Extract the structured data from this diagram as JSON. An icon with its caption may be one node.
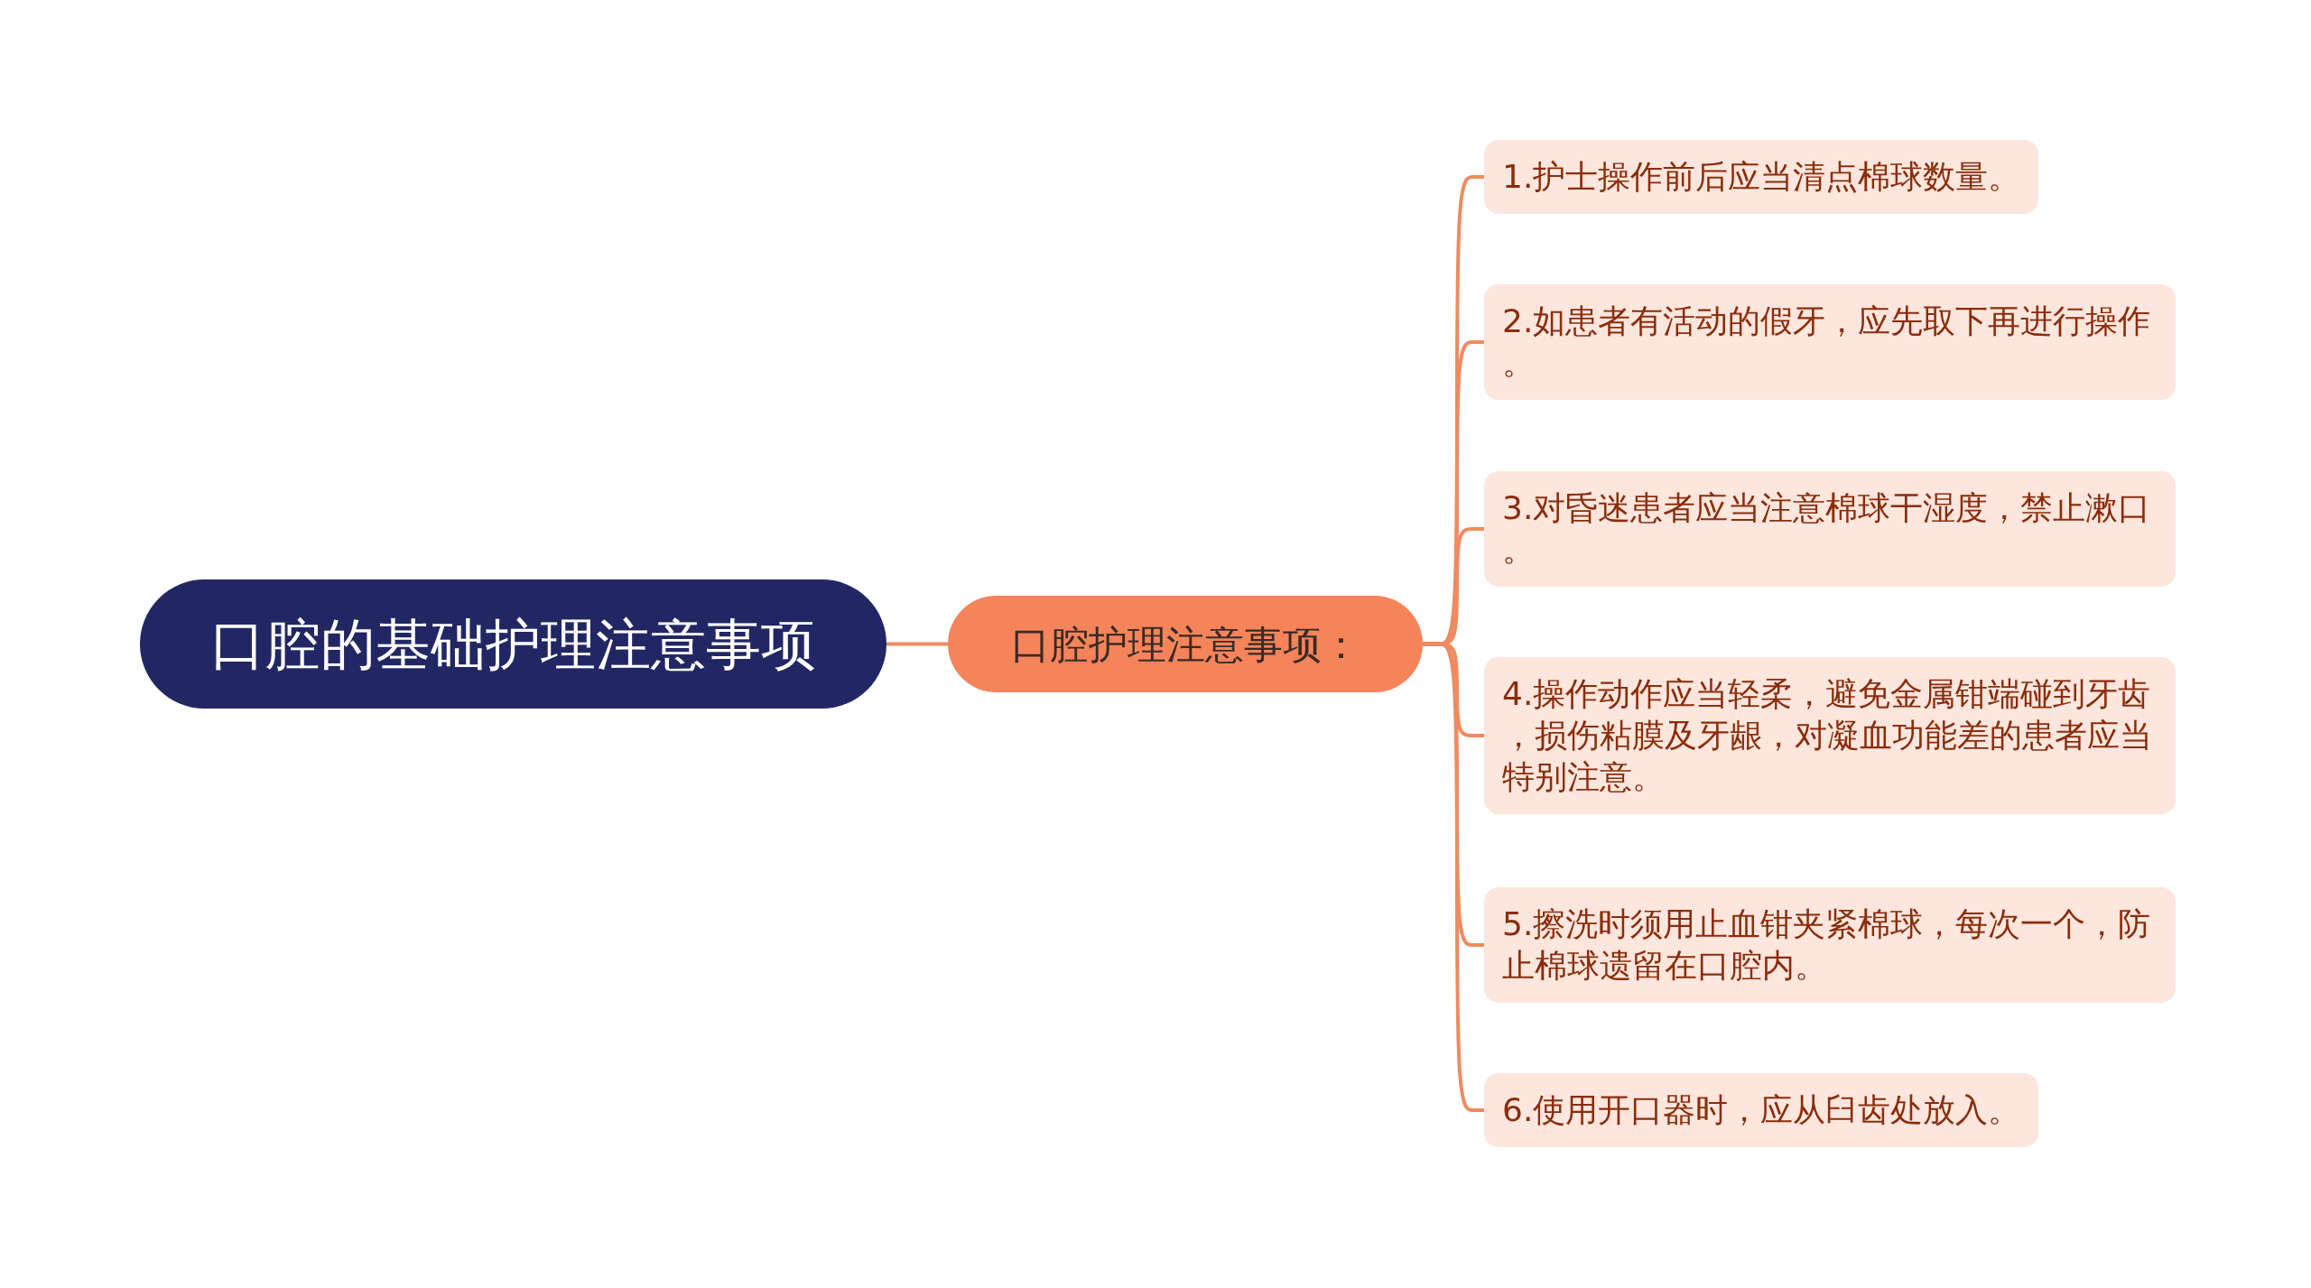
{
  "diagram": {
    "nodes": [
      {
        "text": [
          "口腔的基础护理注意事项"
        ]
      },
      {
        "text": [
          "口腔护理注意事项："
        ]
      },
      {
        "text": [
          "1.护士操作前后应当清点棉球数量。"
        ]
      },
      {
        "text": [
          "2.如患者有活动的假牙，应先取下再进行操作。"
        ]
      },
      {
        "text": [
          "3.对昏迷患者应当注意棉球干湿度，禁止漱口。"
        ]
      },
      {
        "text": [
          "4.操作动作应当轻柔，避免金属钳端碰到牙齿，损伤粘膜及牙龈，对凝血功能差的患者应当特别注意。"
        ]
      },
      {
        "text": [
          "5.擦洗时须用止血钳夹紧棉球，每次一个，防止棉球遗留在口腔内。"
        ]
      },
      {
        "text": [
          "6.使用开口器时，应从臼齿处放入。"
        ]
      }
    ],
    "edges": [
      {
        "from": 0,
        "to": 1,
        "arrow": "none"
      },
      {
        "from": 1,
        "to": 2,
        "arrow": "none"
      },
      {
        "from": 1,
        "to": 3,
        "arrow": "none"
      },
      {
        "from": 1,
        "to": 4,
        "arrow": "none"
      },
      {
        "from": 1,
        "to": 5,
        "arrow": "none"
      },
      {
        "from": 1,
        "to": 6,
        "arrow": "none"
      },
      {
        "from": 1,
        "to": 7,
        "arrow": "none"
      }
    ]
  }
}
